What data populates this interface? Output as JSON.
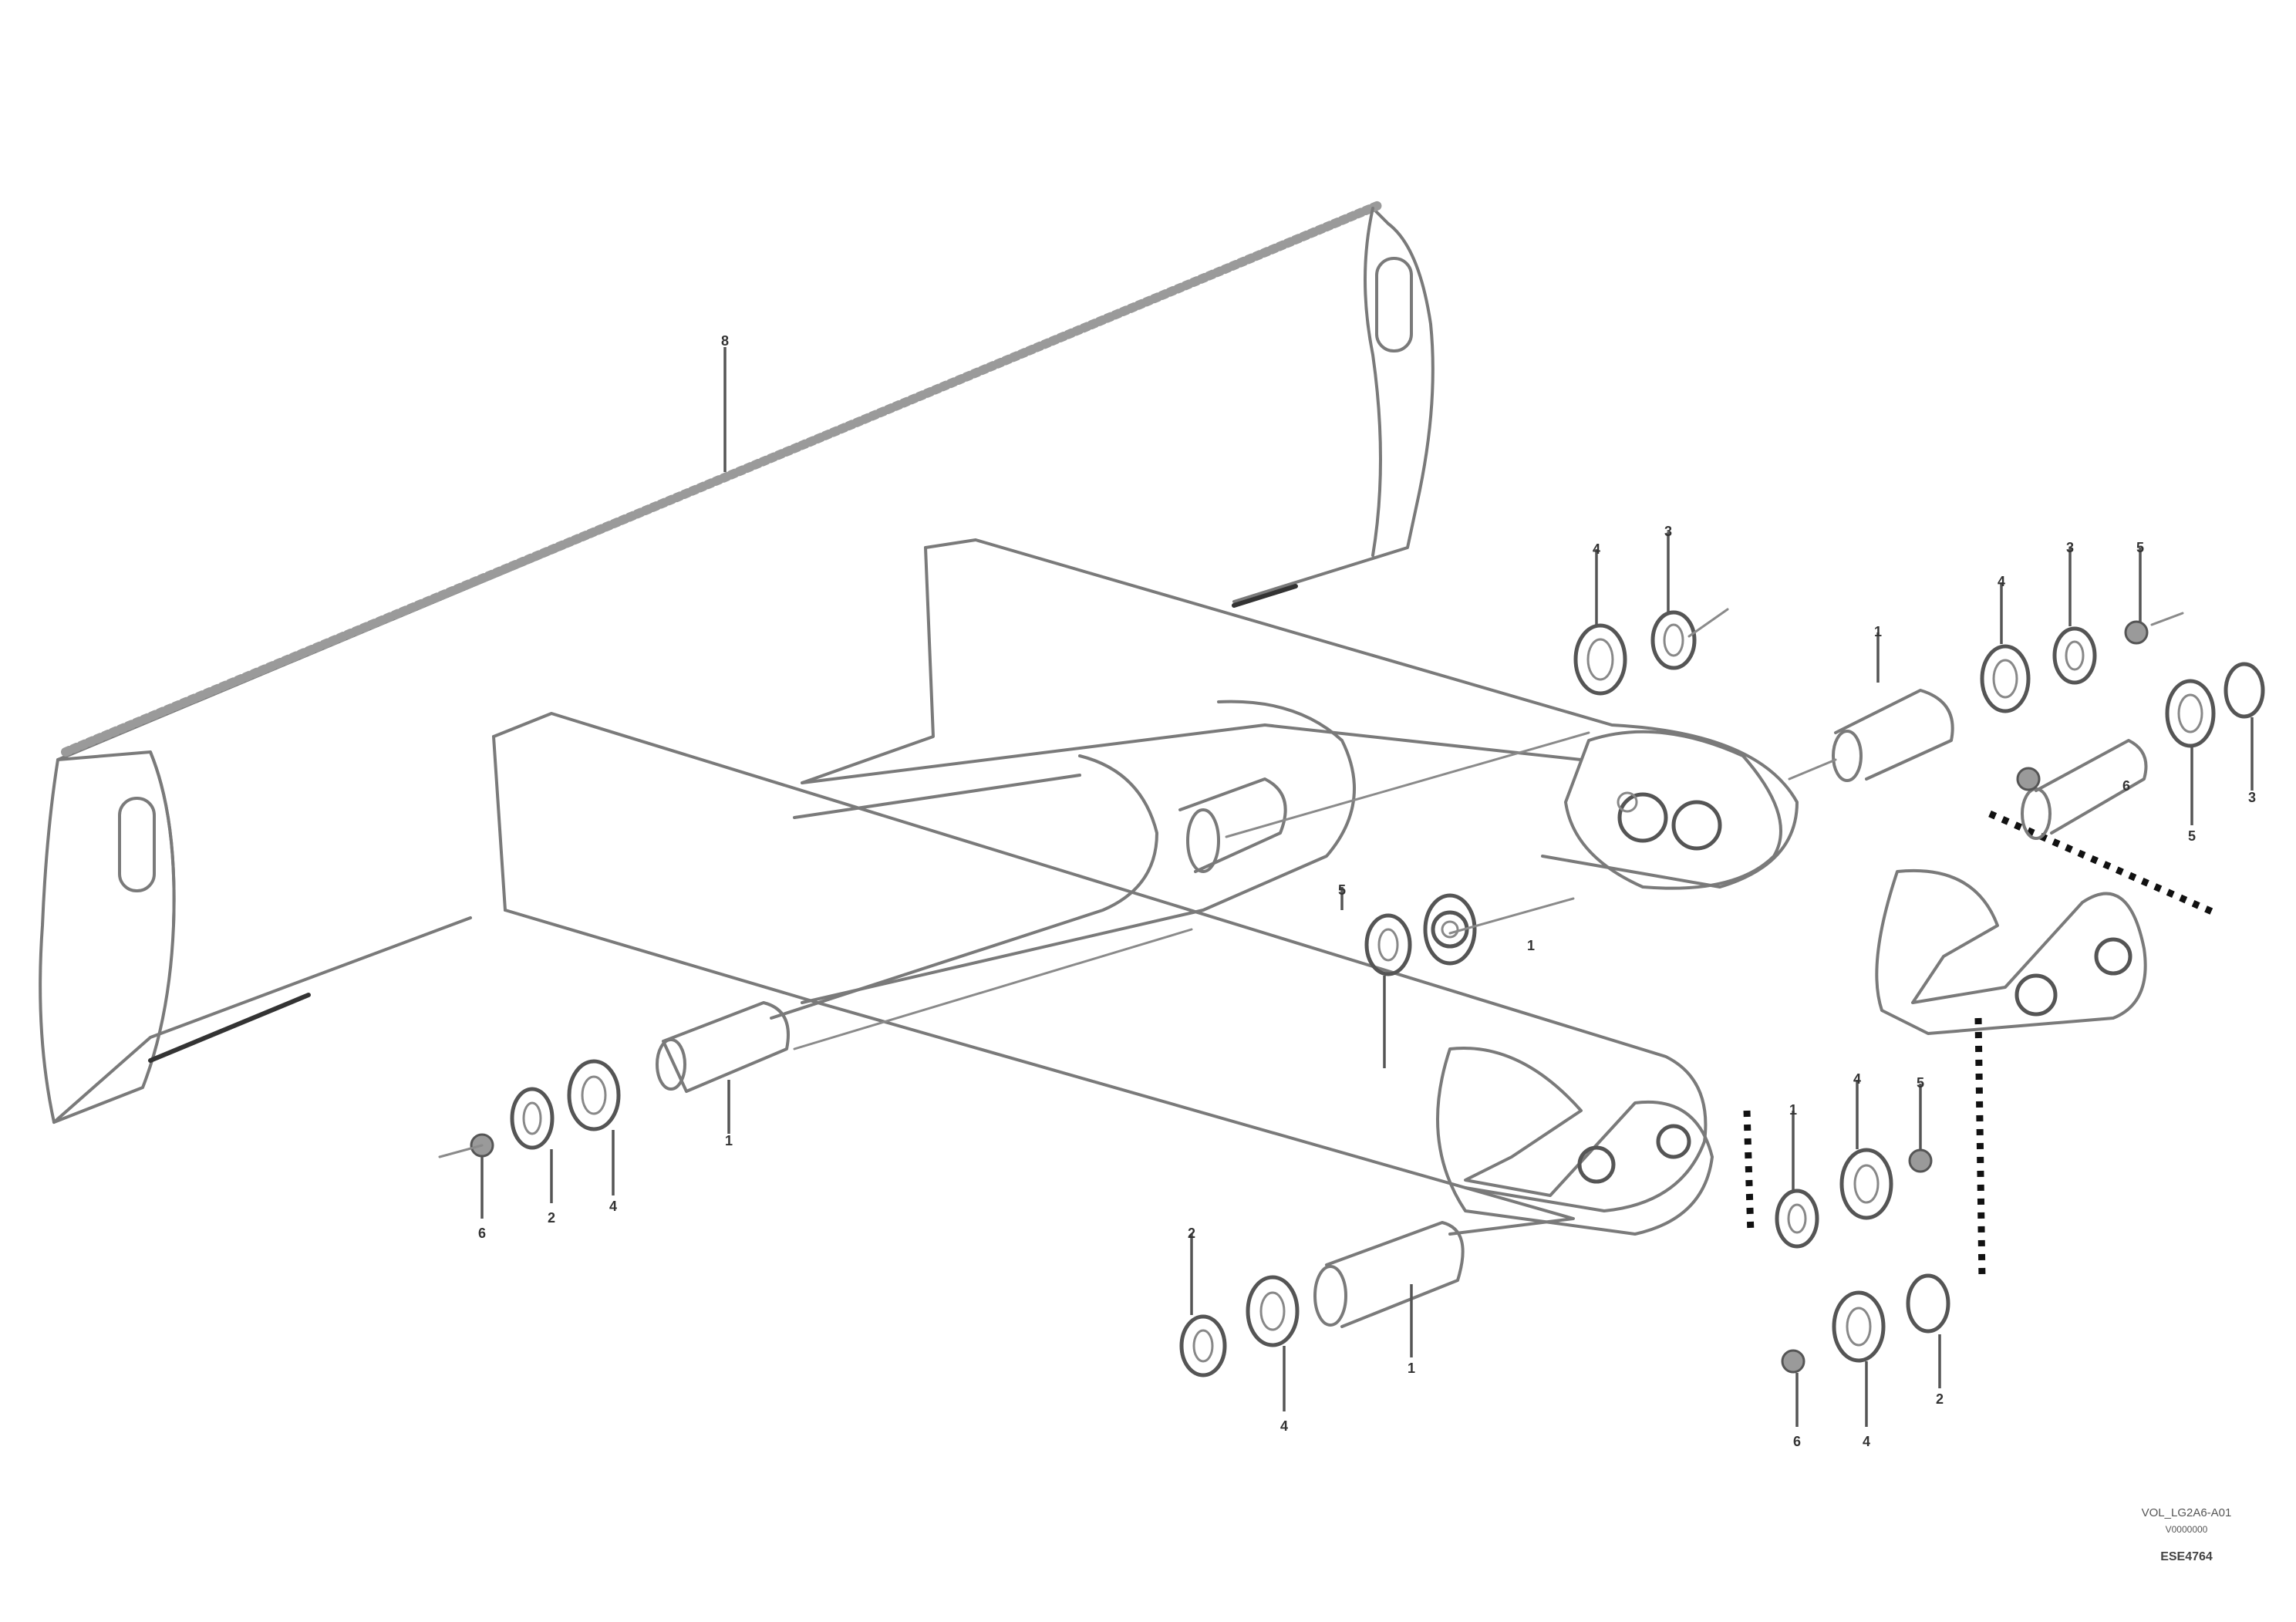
{
  "drawing": {
    "callouts": [
      {
        "id": "c-top-blade",
        "label": "8"
      },
      {
        "id": "c-ring-a",
        "label": "4"
      },
      {
        "id": "c-ring-b",
        "label": "3"
      },
      {
        "id": "c-pin-right",
        "label": "1"
      },
      {
        "id": "c-ring-c",
        "label": "4"
      },
      {
        "id": "c-ring-d",
        "label": "3"
      },
      {
        "id": "c-nut-right",
        "label": "5"
      },
      {
        "id": "c-right-low1",
        "label": "6"
      },
      {
        "id": "c-right-low2",
        "label": "5"
      },
      {
        "id": "c-right-low3",
        "label": "3"
      },
      {
        "id": "c-mid1",
        "label": "5"
      },
      {
        "id": "c-mid2",
        "label": "1"
      },
      {
        "id": "c-left-nut",
        "label": "6"
      },
      {
        "id": "c-left-r1",
        "label": "2"
      },
      {
        "id": "c-left-r2",
        "label": "4"
      },
      {
        "id": "c-left-pin",
        "label": "1"
      },
      {
        "id": "c-lc-top",
        "label": "2"
      },
      {
        "id": "c-lc-bot",
        "label": "4"
      },
      {
        "id": "c-lc-pin",
        "label": "1"
      },
      {
        "id": "c-rc1",
        "label": "1"
      },
      {
        "id": "c-rc2",
        "label": "4"
      },
      {
        "id": "c-rc3",
        "label": "5"
      },
      {
        "id": "c-rb-nut",
        "label": "6"
      },
      {
        "id": "c-rb-r1",
        "label": "4"
      },
      {
        "id": "c-rb-r2",
        "label": "2"
      }
    ]
  },
  "reference": {
    "line1": "VOL_LG2A6-A01",
    "line2": "V0000000",
    "code": "ESE4764"
  }
}
